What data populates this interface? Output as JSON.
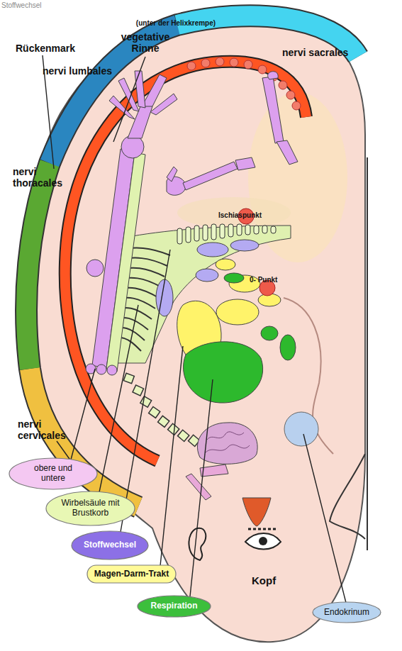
{
  "diagram": {
    "nodes": [
      {
        "text": [
          "obere und untere"
        ]
      },
      {
        "text": [
          "Wirbelsäule mit Brustkorb"
        ]
      },
      {
        "text": [
          "Stoffwechsel"
        ]
      },
      {
        "text": [
          "Magen-Darm-Trakt"
        ]
      },
      {
        "text": [
          "Respiration"
        ]
      },
      {
        "text": [
          "Endokrinum"
        ]
      }
    ],
    "labels": [
      "Stoffwechsel",
      "(unter der Helixkrempe)",
      "Rückenmark",
      "vegetative Rinne",
      "nervi sacrales",
      "nervi lumbales",
      "nervi thoracales",
      "Ischiaspunkt",
      "0- Punkt",
      "nervi cervicales",
      "Kopf"
    ]
  }
}
